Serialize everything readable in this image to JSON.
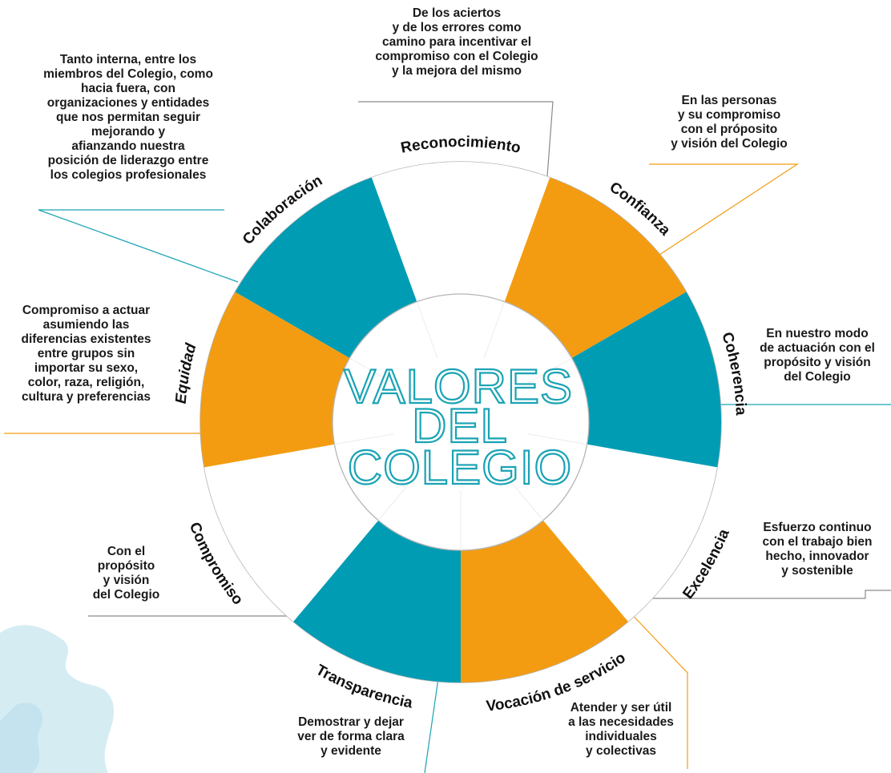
{
  "center_title": [
    "VALORES",
    "DEL",
    "COLEGIO"
  ],
  "colors": {
    "teal": "#009cb4",
    "orange": "#f39c12",
    "ring_stroke": "#b5b5b5",
    "leader_teal": "#1aa3b5",
    "leader_orange": "#f39c12",
    "leader_gray": "#8a8a8a",
    "decor": "#d6ecf3"
  },
  "values": [
    {
      "name": "Reconocimiento",
      "fill": "white",
      "description": "De los aciertos\ny de los errores como\ncamino para incentivar el\ncompromiso con el Colegio\ny la mejora del mismo"
    },
    {
      "name": "Confianza",
      "fill": "orange",
      "description": "En las personas\ny su compromiso\ncon el próposito\ny visión del Colegio"
    },
    {
      "name": "Coherencia",
      "fill": "teal",
      "description": "En nuestro modo\nde actuación con el\npropósito y visión\ndel Colegio"
    },
    {
      "name": "Excelencia",
      "fill": "white",
      "description": "Esfuerzo continuo\ncon el trabajo bien\nhecho, innovador\ny sostenible"
    },
    {
      "name": "Vocación de servicio",
      "fill": "orange",
      "description": "Atender y ser útil\na las necesidades\nindividuales\ny colectivas"
    },
    {
      "name": "Transparencia",
      "fill": "teal",
      "description": "Demostrar y dejar\nver de forma clara\ny evidente"
    },
    {
      "name": "Compromiso",
      "fill": "white",
      "description": "Con el\npropósito\ny visión\ndel Colegio"
    },
    {
      "name": "Equidad",
      "fill": "orange",
      "description": "Compromiso a actuar\nasumiendo las\ndiferencias existentes\nentre grupos sin\nimportar su sexo,\ncolor, raza, religión,\ncultura y preferencias"
    },
    {
      "name": "Colaboración",
      "fill": "teal",
      "description": "Tanto interna, entre los\nmiembros del Colegio, como\nhacia fuera, con\norganizaciones y entidades\nque nos permitan seguir\nmejorando y\nafianzando nuestra\nposición de liderazgo entre\nlos colegios profesionales"
    }
  ]
}
